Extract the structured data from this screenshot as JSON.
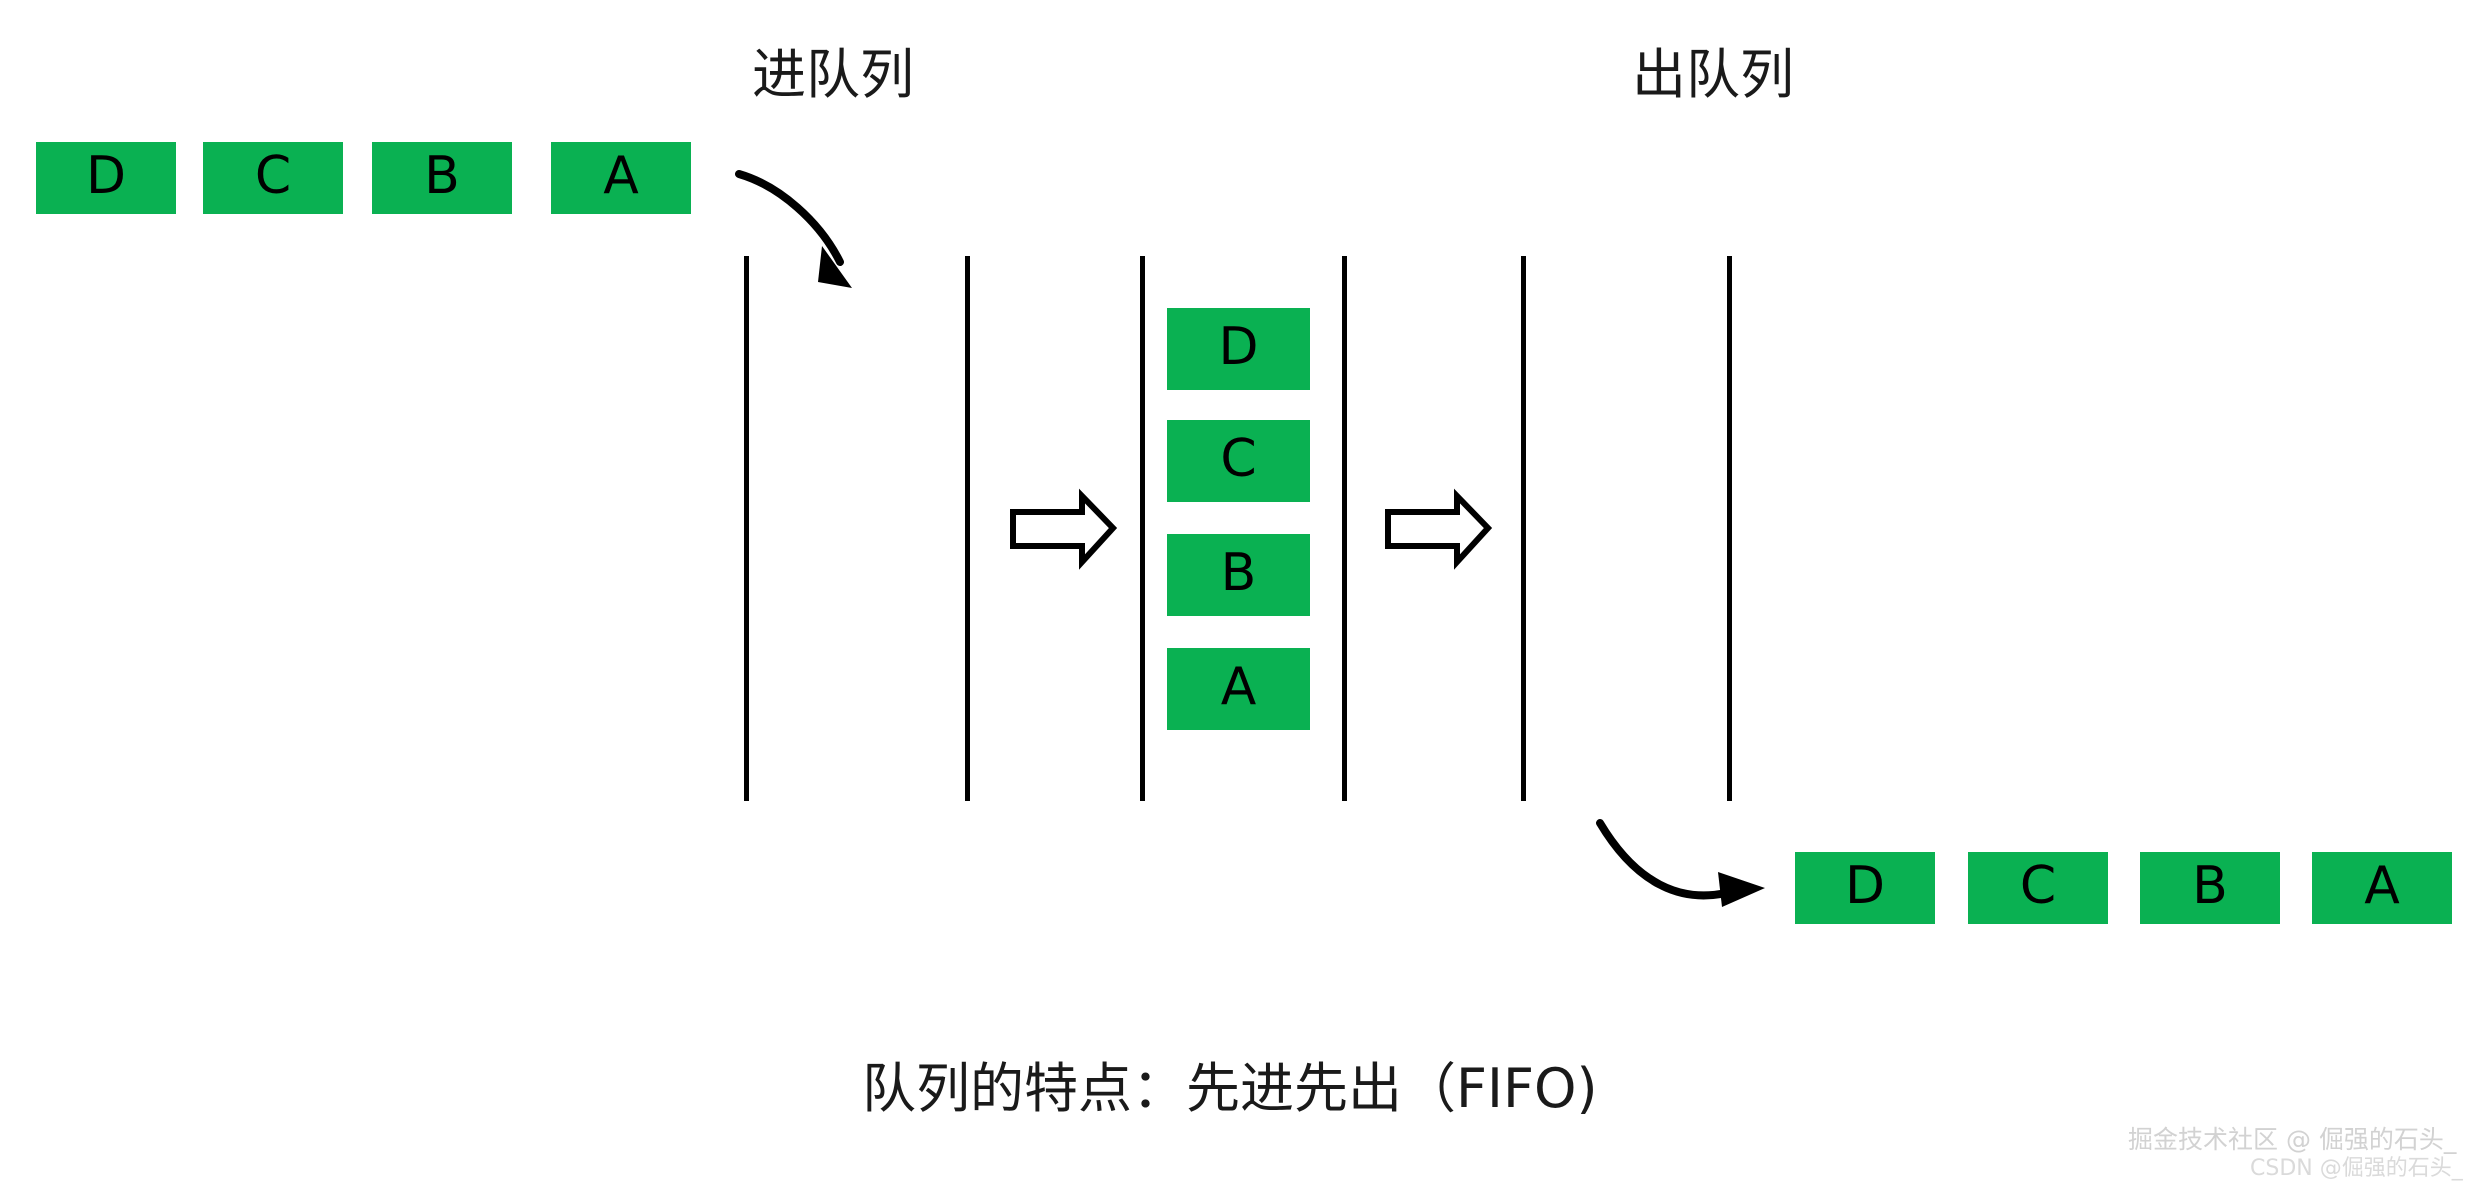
{
  "diagram": {
    "title_top_left": "进队列",
    "title_top_right": "出队列",
    "caption": "队列的特点：先进先出（FIFO)",
    "colors": {
      "block_fill": "#0AB152",
      "block_text": "#000000",
      "line": "#000000",
      "text": "#1a1a1a",
      "watermark": "#d2d2d2",
      "background": "#ffffff"
    },
    "input_queue": {
      "name": "incoming-elements",
      "items": [
        "D",
        "C",
        "B",
        "A"
      ]
    },
    "queue_body": {
      "name": "queue-container",
      "items": [
        "D",
        "C",
        "B",
        "A"
      ],
      "lane_count": 6
    },
    "output_queue": {
      "name": "outgoing-elements",
      "items": [
        "D",
        "C",
        "B",
        "A"
      ]
    },
    "arrows": {
      "enqueue_curved": "curved-arrow-enqueue",
      "dequeue_curved": "curved-arrow-dequeue",
      "flow_in": "block-arrow-right-in",
      "flow_out": "block-arrow-right-out"
    }
  },
  "watermark": {
    "line1": "掘金技术社区 @ 倔强的石头_",
    "line2": "CSDN @倔强的石头_"
  }
}
